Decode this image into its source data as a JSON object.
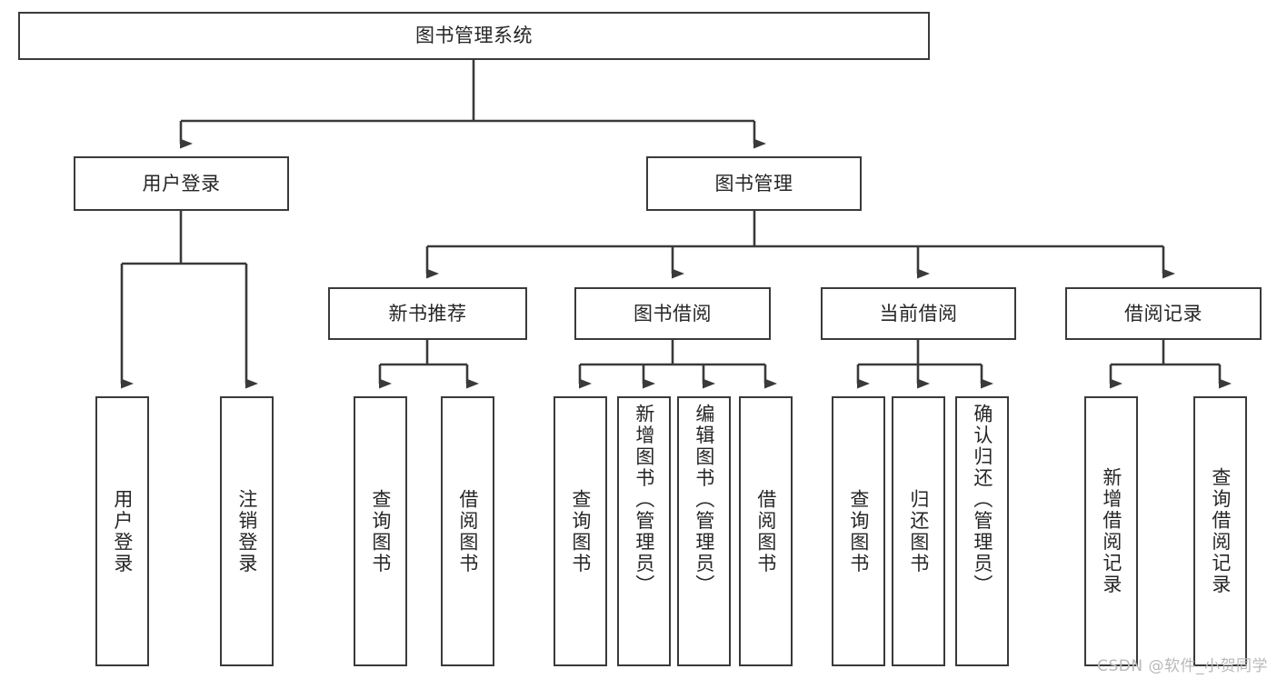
{
  "diagram": {
    "type": "tree",
    "title": "图书管理系统",
    "watermark": "CSDN @软件_小贺同学",
    "levels": [
      {
        "level": 1,
        "nodes": [
          {
            "id": "root",
            "label": "图书管理系统",
            "orientation": "horizontal"
          }
        ]
      },
      {
        "level": 2,
        "nodes": [
          {
            "id": "user-login",
            "label": "用户登录",
            "orientation": "horizontal",
            "parent": "root"
          },
          {
            "id": "book-manage",
            "label": "图书管理",
            "orientation": "horizontal",
            "parent": "root"
          }
        ]
      },
      {
        "level": 3,
        "nodes": [
          {
            "id": "new-book-recommend",
            "label": "新书推荐",
            "orientation": "horizontal",
            "parent": "book-manage"
          },
          {
            "id": "book-borrow",
            "label": "图书借阅",
            "orientation": "horizontal",
            "parent": "book-manage"
          },
          {
            "id": "current-borrow",
            "label": "当前借阅",
            "orientation": "horizontal",
            "parent": "book-manage"
          },
          {
            "id": "borrow-record",
            "label": "借阅记录",
            "orientation": "horizontal",
            "parent": "book-manage"
          }
        ]
      },
      {
        "level": 4,
        "nodes": [
          {
            "id": "leaf-user-login",
            "label": "用户登录",
            "orientation": "vertical",
            "parent": "user-login"
          },
          {
            "id": "leaf-user-logout",
            "label": "注销登录",
            "orientation": "vertical",
            "parent": "user-login"
          },
          {
            "id": "leaf-rec-query",
            "label": "查询图书",
            "orientation": "vertical",
            "parent": "new-book-recommend"
          },
          {
            "id": "leaf-rec-borrow",
            "label": "借阅图书",
            "orientation": "vertical",
            "parent": "new-book-recommend"
          },
          {
            "id": "leaf-borrow-query",
            "label": "查询图书",
            "orientation": "vertical",
            "parent": "book-borrow"
          },
          {
            "id": "leaf-borrow-add",
            "label": "新增图书（管理员）",
            "orientation": "vertical",
            "parent": "book-borrow"
          },
          {
            "id": "leaf-borrow-edit",
            "label": "编辑图书（管理员）",
            "orientation": "vertical",
            "parent": "book-borrow"
          },
          {
            "id": "leaf-borrow-lend",
            "label": "借阅图书",
            "orientation": "vertical",
            "parent": "book-borrow"
          },
          {
            "id": "leaf-cur-query",
            "label": "查询图书",
            "orientation": "vertical",
            "parent": "current-borrow"
          },
          {
            "id": "leaf-cur-return",
            "label": "归还图书",
            "orientation": "vertical",
            "parent": "current-borrow"
          },
          {
            "id": "leaf-cur-confirm",
            "label": "确认归还（管理员）",
            "orientation": "vertical",
            "parent": "current-borrow"
          },
          {
            "id": "leaf-rec-add",
            "label": "新增借阅记录",
            "orientation": "vertical",
            "parent": "borrow-record"
          },
          {
            "id": "leaf-rec-search",
            "label": "查询借阅记录",
            "orientation": "vertical",
            "parent": "borrow-record"
          }
        ]
      }
    ],
    "colors": {
      "stroke": "#3a3a3a",
      "fill": "#ffffff",
      "text": "#262626",
      "watermark": "#b9b9b9"
    }
  }
}
